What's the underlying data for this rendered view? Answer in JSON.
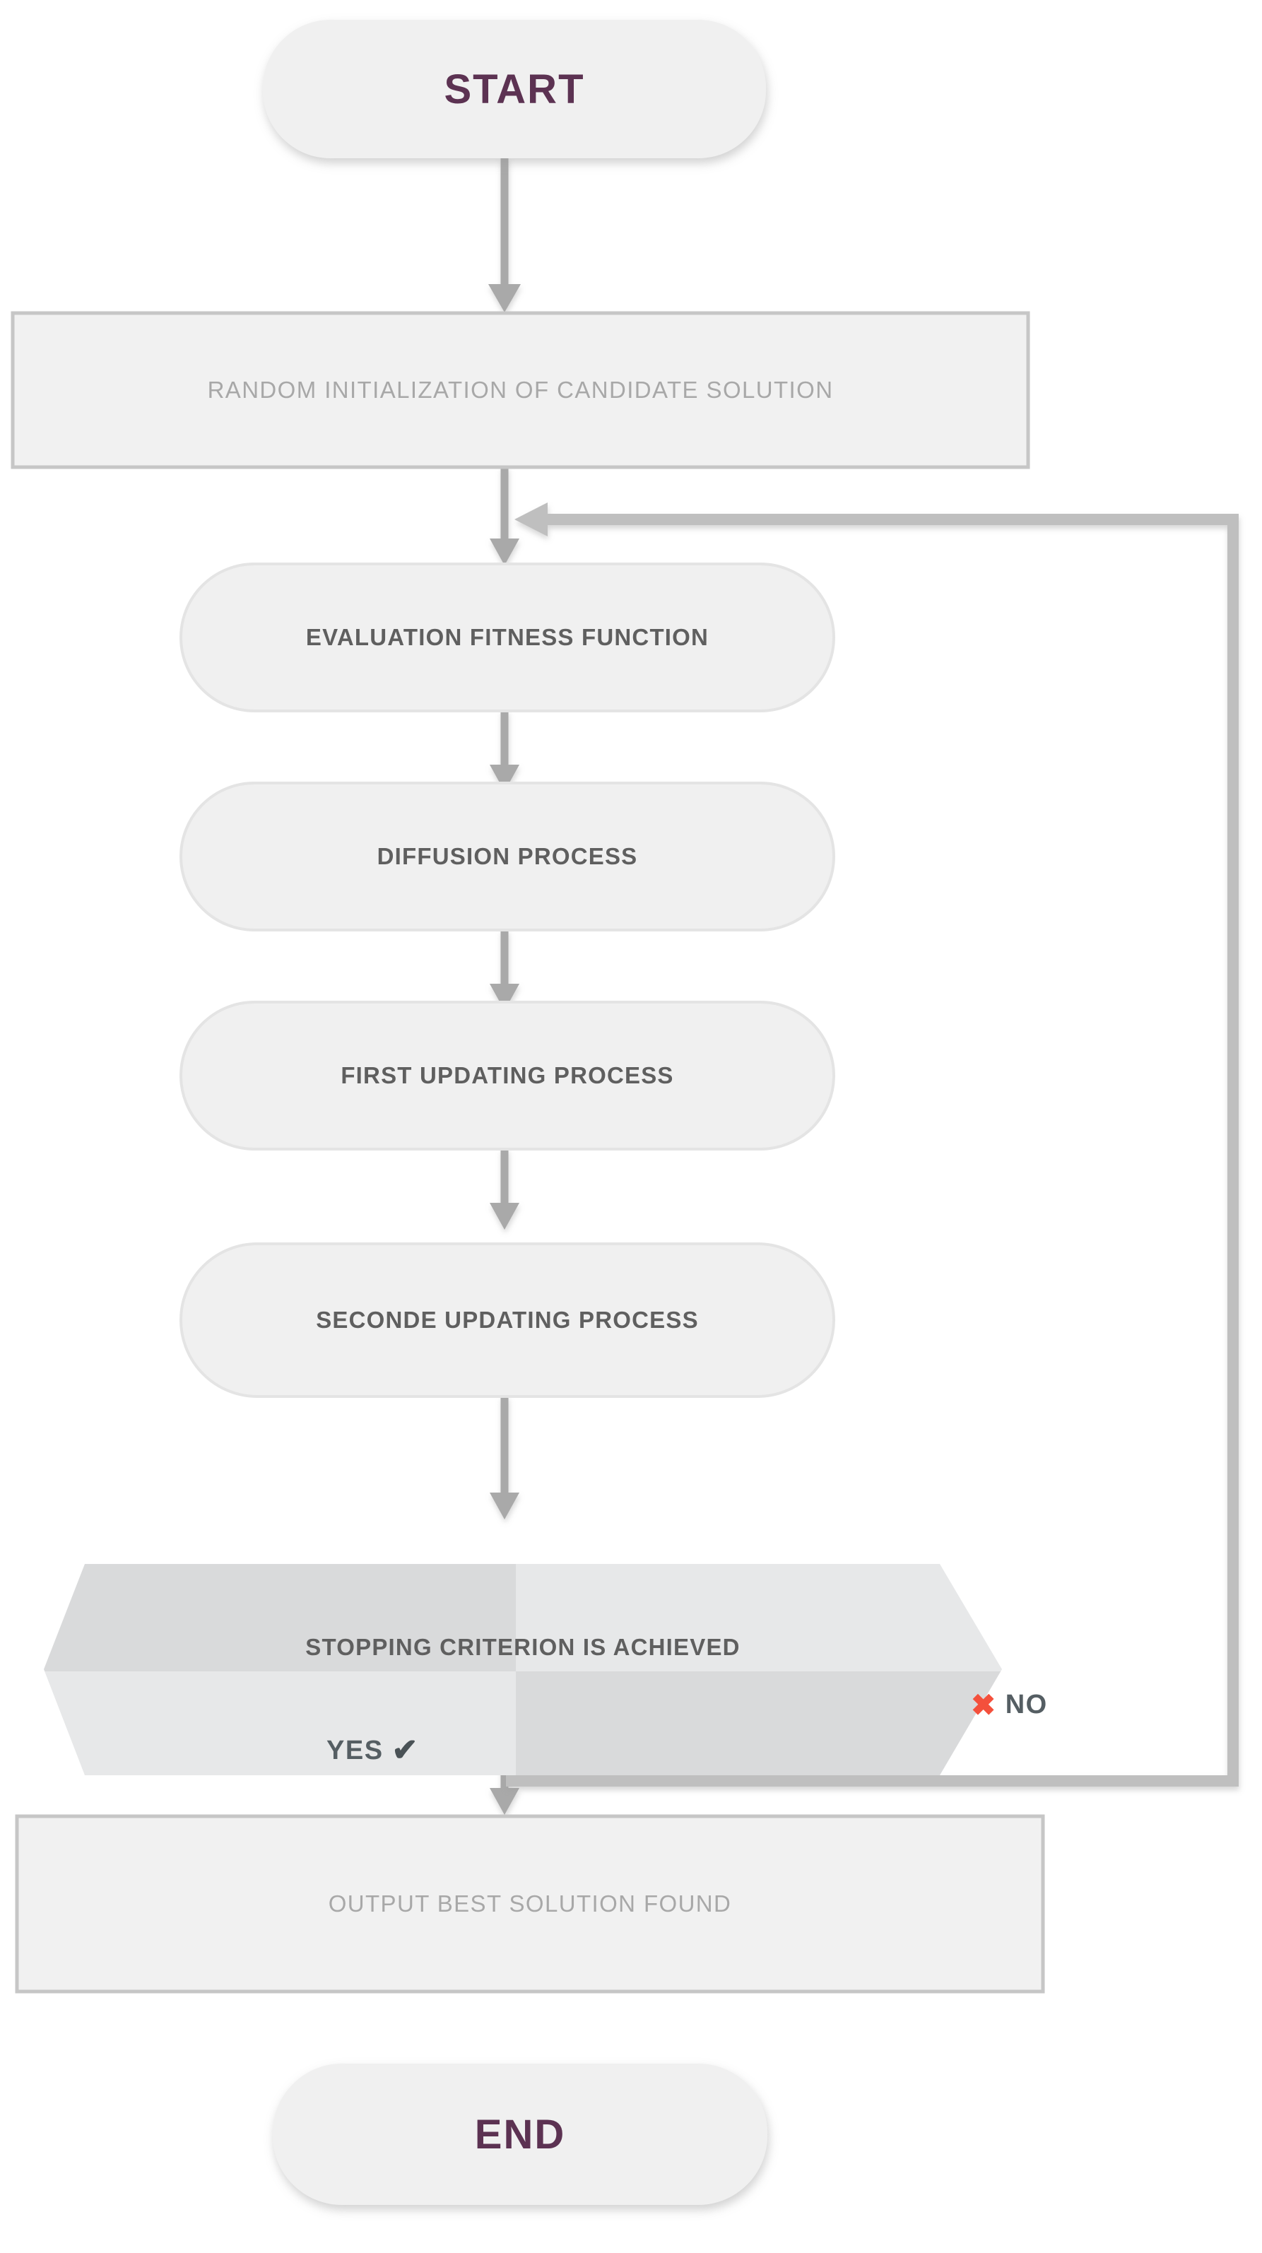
{
  "diagram": {
    "title": "Flowchart",
    "colors": {
      "terminal_fill": "#f0f0f0",
      "terminal_text": "#5c3252",
      "process_fill": "#f0f0f0",
      "process_text": "#5f5f5f",
      "io_fill": "#f1f1f1",
      "io_border": "#c6c6c6",
      "io_text": "#a8a8a8",
      "decision_fill_light": "#e6e7e8",
      "decision_fill_dark": "#d8d9da",
      "connector": "#a9a9a9",
      "loop_connector": "#bfbfbf",
      "no_mark": "#f4503c",
      "yes_mark": "#4a5256"
    },
    "nodes": [
      {
        "id": "start",
        "type": "terminal",
        "label": "START"
      },
      {
        "id": "init",
        "type": "io",
        "label": "RANDOM INITIALIZATION OF CANDIDATE SOLUTION"
      },
      {
        "id": "evaluate",
        "type": "process",
        "label": "EVALUATION FITNESS FUNCTION"
      },
      {
        "id": "diffusion",
        "type": "process",
        "label": "DIFFUSION PROCESS"
      },
      {
        "id": "update1",
        "type": "process",
        "label": "FIRST UPDATING PROCESS"
      },
      {
        "id": "update2",
        "type": "process",
        "label": "SECONDE UPDATING PROCESS"
      },
      {
        "id": "stopcheck",
        "type": "decision",
        "label": "STOPPING CRITERION IS ACHIEVED"
      },
      {
        "id": "output",
        "type": "io",
        "label": "OUTPUT BEST SOLUTION FOUND"
      },
      {
        "id": "end",
        "type": "terminal",
        "label": "END"
      }
    ],
    "branches": {
      "yes": {
        "label": "YES",
        "glyph": "✔"
      },
      "no": {
        "label": "NO",
        "glyph": "✖"
      }
    }
  }
}
